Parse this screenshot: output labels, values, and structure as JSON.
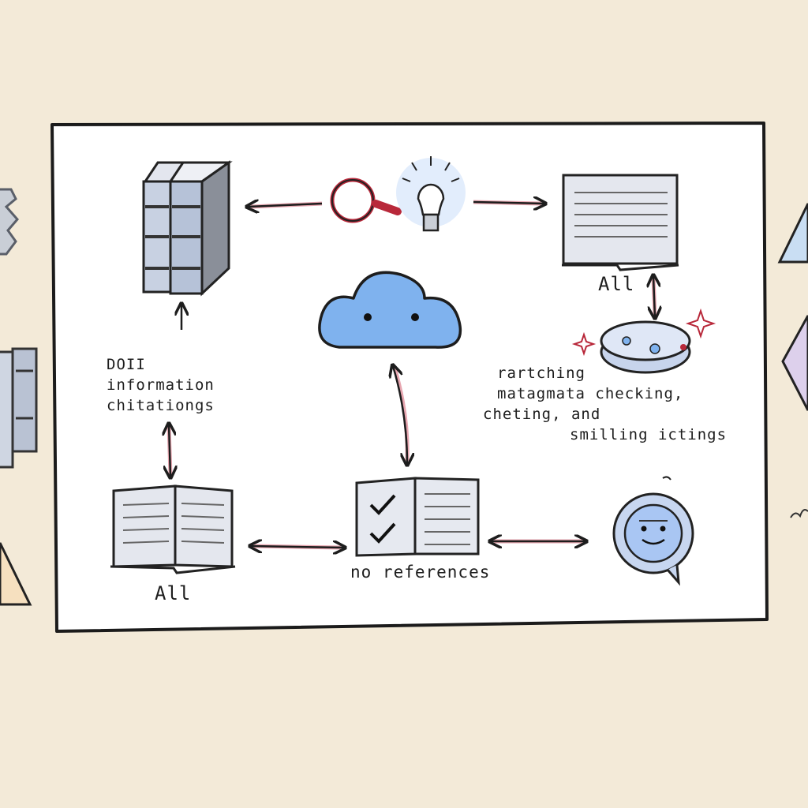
{
  "labels": {
    "all_left": "All",
    "all_right": "All",
    "no_references": "no references",
    "doi_line1": "DOII",
    "doi_line2": "information",
    "doi_line3": "chitationgs",
    "matching_line1": "rartching",
    "matching_line2": "matagmata checking,",
    "matching_line3": "cheting, and",
    "matching_line4": "smilling ictings"
  },
  "icons": [
    "books-icon",
    "magnifier-icon",
    "lightbulb-icon",
    "document-icon",
    "cloud-icon",
    "database-dish-icon",
    "sparkle-icon",
    "open-book-icon",
    "checklist-book-icon",
    "chat-bot-icon",
    "gear-icon",
    "triangle-icon"
  ],
  "colors": {
    "background": "#f3ead8",
    "paper": "#ffffff",
    "ink": "#1d1d1d",
    "accent_blue": "#7fb2ee",
    "accent_red": "#b8283a",
    "arrow_pink": "#e7a6b0"
  }
}
